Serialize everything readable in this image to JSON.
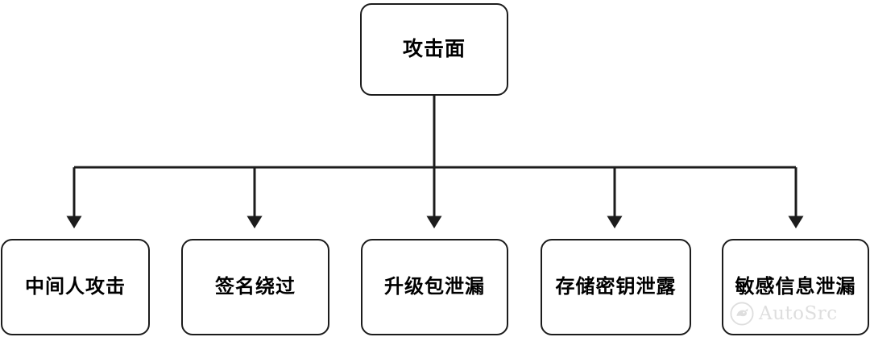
{
  "diagram": {
    "title": "攻击面",
    "root": {
      "label": "攻击面"
    },
    "children": [
      {
        "label": "中间人攻击"
      },
      {
        "label": "签名绕过"
      },
      {
        "label": "升级包泄漏"
      },
      {
        "label": "存储密钥泄露"
      },
      {
        "label": "敏感信息泄漏"
      }
    ],
    "colors": {
      "background": "#ffffff",
      "node_border": "#1c1c1c",
      "node_fill": "#ffffff",
      "edge": "#1c1c1c",
      "text": "#000000",
      "watermark": "#9a9a9a"
    },
    "edge_style": "orthogonal-tree-with-arrowheads"
  },
  "watermark": {
    "text": "AutoSrc",
    "logo": "bird-circle-logo"
  }
}
